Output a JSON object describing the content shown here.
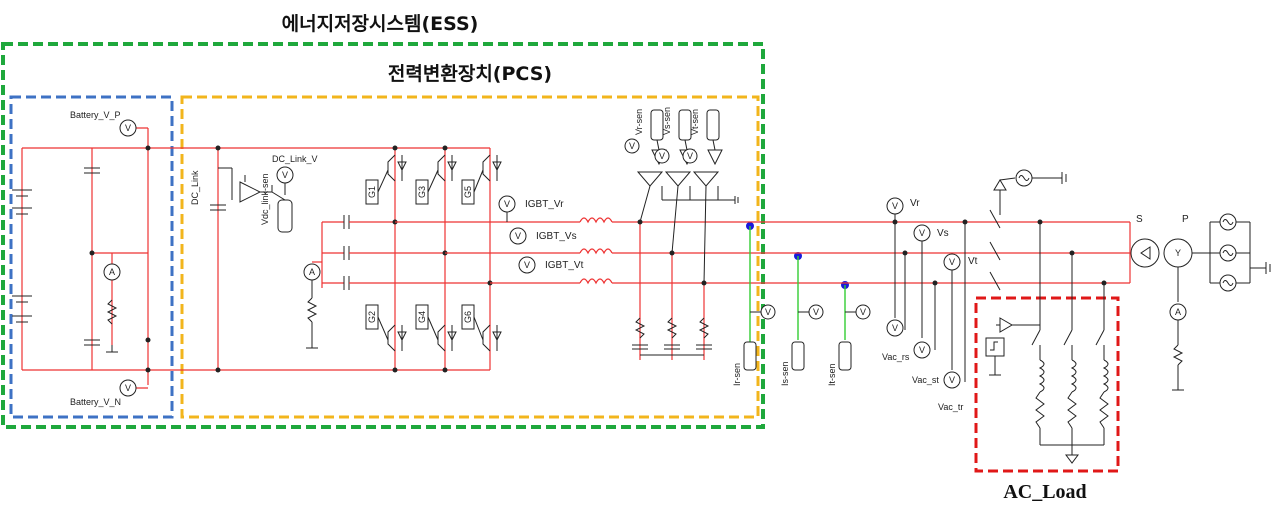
{
  "titles": {
    "ess": "에너지저장시스템(ESS)",
    "pcs": "전력변환장치(PCS)",
    "load": "AC_Load"
  },
  "boundary_colors": {
    "ess": "#1fa83c",
    "pcs": "#f2b51c",
    "battery": "#3e72c4",
    "load": "#e01818"
  },
  "labels": {
    "battery_v_p": "Battery_V_P",
    "battery_v_n": "Battery_V_N",
    "dc_link": "DC_Link",
    "dc_link_v": "DC_Link_V",
    "vdc_link_sen": "Vdc_link-sen",
    "g1": "G1",
    "g2": "G2",
    "g3": "G3",
    "g4": "G4",
    "g5": "G5",
    "g6": "G6",
    "igbt_vr": "IGBT_Vr",
    "igbt_vs": "IGBT_Vs",
    "igbt_vt": "IGBT_Vt",
    "vr_sen": "Vr-sen",
    "vs_sen": "Vs-sen",
    "vt_sen": "Vt-sen",
    "ir_sen": "Ir-sen",
    "is_sen": "Is-sen",
    "it_sen": "It-sen",
    "vr": "Vr",
    "vs": "Vs",
    "vt": "Vt",
    "vac_rs": "Vac_rs",
    "vac_st": "Vac_st",
    "vac_tr": "Vac_tr",
    "s": "S",
    "p": "P"
  },
  "symbols": {
    "voltmeter": "V",
    "ammeter": "A",
    "wye": "Y"
  }
}
